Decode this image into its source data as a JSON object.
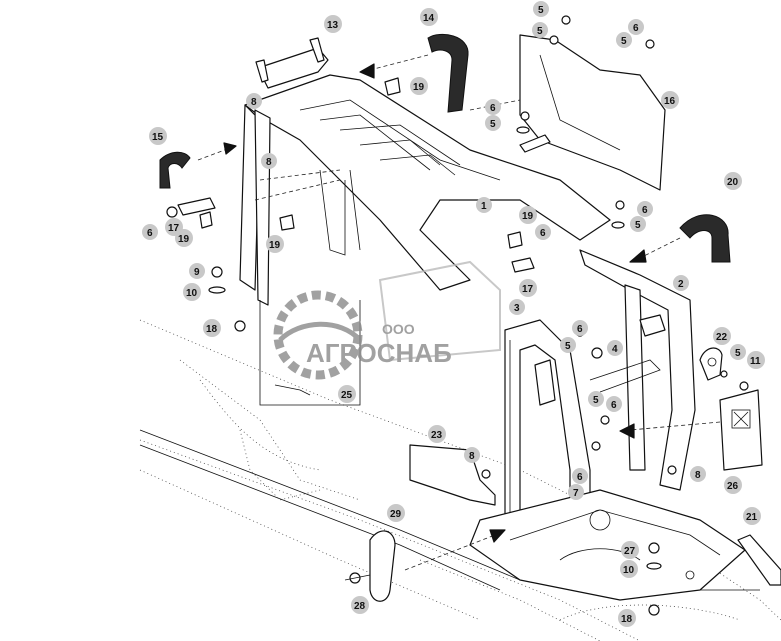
{
  "watermark": {
    "prefix": "ООО",
    "brand": "АГРОСНАБ"
  },
  "callouts": [
    "1",
    "2",
    "3",
    "4",
    "5",
    "6",
    "7",
    "8",
    "9",
    "10",
    "11",
    "13",
    "14",
    "15",
    "16",
    "17",
    "18",
    "19",
    "20",
    "21",
    "22",
    "23",
    "25",
    "26",
    "27",
    "28",
    "29"
  ],
  "colors": {
    "callout_fill": "#c8c8c8",
    "line": "#111111",
    "hose": "#2a2a2a",
    "watermark": "#8a8a8a"
  }
}
